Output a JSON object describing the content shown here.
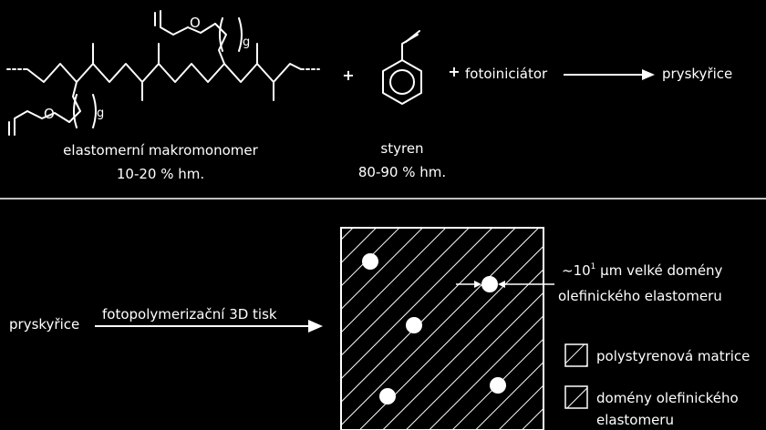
{
  "top": {
    "sub_g1": "g",
    "sub_g2": "g",
    "atom_o1": "O",
    "atom_o2": "O",
    "macromonomer_name": "elastomerní makromonomer",
    "macromonomer_amount": "10-20 % hm.",
    "plus1": "+",
    "styrene_name": "styren",
    "styrene_amount": "80-90 % hm.",
    "plus2": "+",
    "photoinitiator": "fotoiniciátor",
    "product": "pryskyřice"
  },
  "bottom": {
    "input": "pryskyřice",
    "process": "fotopolymerizační 3D tisk",
    "annotation_prefix": "~10",
    "annotation_exp": "1",
    "annotation_rest": " µm velké domény",
    "annotation_line2": "olefinického elastomeru",
    "legend": [
      {
        "label": "polystyrenová matrice"
      },
      {
        "label": "domény olefinického",
        "label2": "elastomeru"
      }
    ]
  },
  "colors": {
    "background": "#000000",
    "foreground": "#ffffff"
  }
}
